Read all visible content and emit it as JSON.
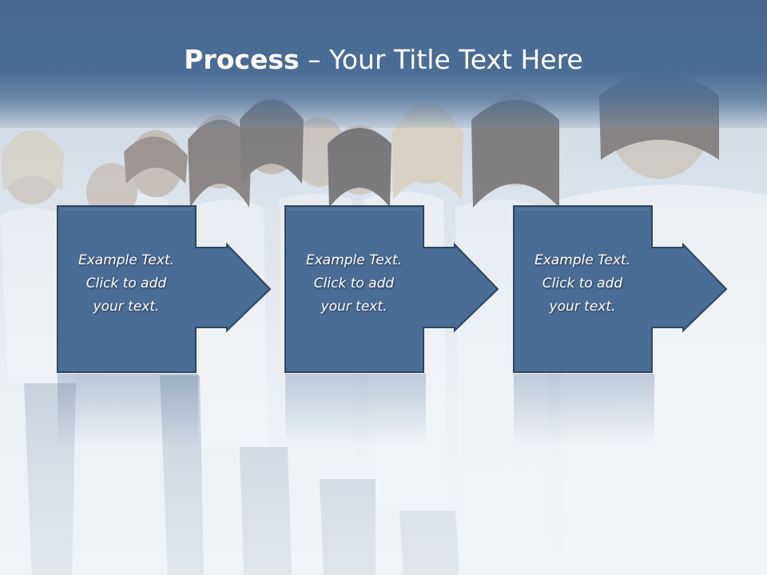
{
  "slide": {
    "title_bold": "Process",
    "title_rest": " – Your Title Text Here",
    "steps": [
      {
        "lines": [
          "Example Text.",
          "Click  to add",
          "your text."
        ]
      },
      {
        "lines": [
          "Example Text.",
          "Click  to add",
          "your text."
        ]
      },
      {
        "lines": [
          "Example Text.",
          "Click  to add",
          "your text."
        ]
      }
    ]
  },
  "colors": {
    "title_band": "#4a6d95",
    "box_fill": "#4a6d95",
    "box_stroke": "#2e4560",
    "text": "#ffffff"
  }
}
